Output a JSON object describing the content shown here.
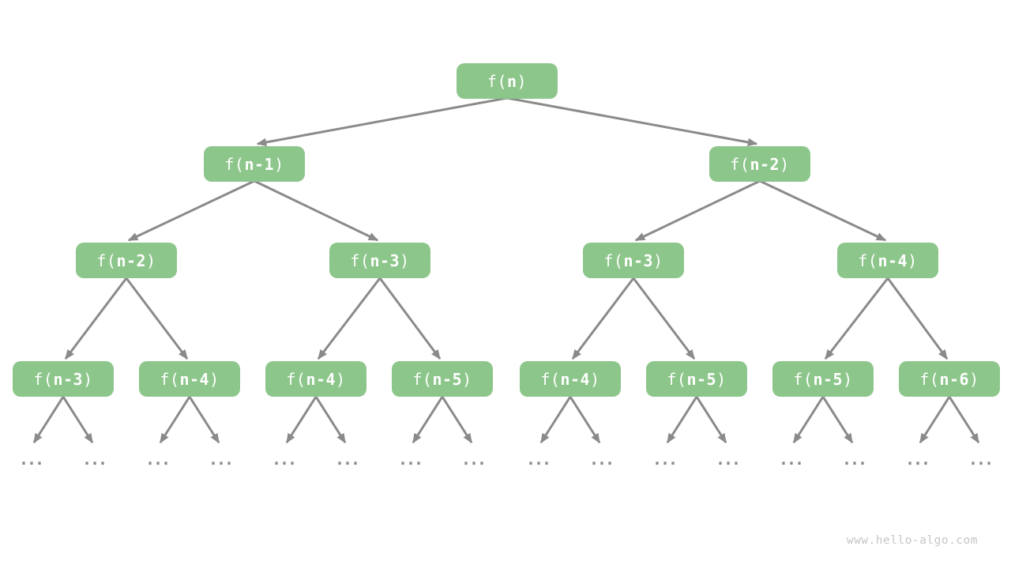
{
  "watermark": "www.hello-algo.com",
  "ellipsis": "...",
  "colors": {
    "background": "#ffffff",
    "node_fill": "#8dc68b",
    "node_text": "#ffffff",
    "arrow": "#8a8a8a",
    "ellipsis_dots": "#8a8a8a",
    "watermark_text": "#c6c6c6"
  },
  "nodes": [
    {
      "pre": "f(",
      "arg": "n",
      "post": ")"
    },
    {
      "pre": "f(",
      "arg": "n-1",
      "post": ")"
    },
    {
      "pre": "f(",
      "arg": "n-2",
      "post": ")"
    },
    {
      "pre": "f(",
      "arg": "n-2",
      "post": ")"
    },
    {
      "pre": "f(",
      "arg": "n-3",
      "post": ")"
    },
    {
      "pre": "f(",
      "arg": "n-3",
      "post": ")"
    },
    {
      "pre": "f(",
      "arg": "n-4",
      "post": ")"
    },
    {
      "pre": "f(",
      "arg": "n-3",
      "post": ")"
    },
    {
      "pre": "f(",
      "arg": "n-4",
      "post": ")"
    },
    {
      "pre": "f(",
      "arg": "n-4",
      "post": ")"
    },
    {
      "pre": "f(",
      "arg": "n-5",
      "post": ")"
    },
    {
      "pre": "f(",
      "arg": "n-4",
      "post": ")"
    },
    {
      "pre": "f(",
      "arg": "n-5",
      "post": ")"
    },
    {
      "pre": "f(",
      "arg": "n-5",
      "post": ")"
    },
    {
      "pre": "f(",
      "arg": "n-6",
      "post": ")"
    }
  ]
}
